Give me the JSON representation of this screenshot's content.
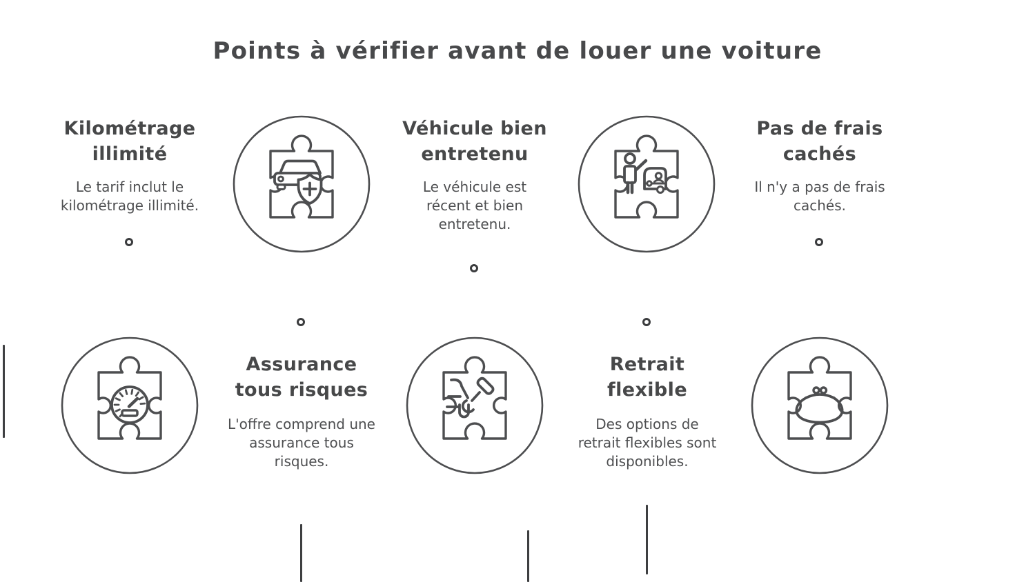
{
  "title": "Points à vérifier avant de louer une voiture",
  "features": [
    {
      "heading": "Kilométrage\nillimité",
      "body": "Le tarif inclut le\nkilométrage illimité."
    },
    {
      "heading": "Véhicule bien\nentretenu",
      "body": "Le véhicule est\nrécent et bien\nentretenu."
    },
    {
      "heading": "Pas de frais\ncachés",
      "body": "Il n'y a pas de frais\ncachés."
    },
    {
      "heading": "Assurance\ntous risques",
      "body": "L'offre comprend une\nassurance tous\nrisques."
    },
    {
      "heading": "Retrait\nflexible",
      "body": "Des options de\nretrait flexibles sont\ndisponibles."
    }
  ],
  "icons": [
    {
      "name": "car-insurance-puzzle-icon"
    },
    {
      "name": "person-vehicle-puzzle-icon"
    },
    {
      "name": "speedometer-puzzle-icon"
    },
    {
      "name": "repair-tools-puzzle-icon"
    },
    {
      "name": "coin-purse-puzzle-icon"
    }
  ],
  "colors": {
    "text": "#4a4b4d",
    "stroke": "#4d4e50",
    "line": "#3e3f41"
  }
}
